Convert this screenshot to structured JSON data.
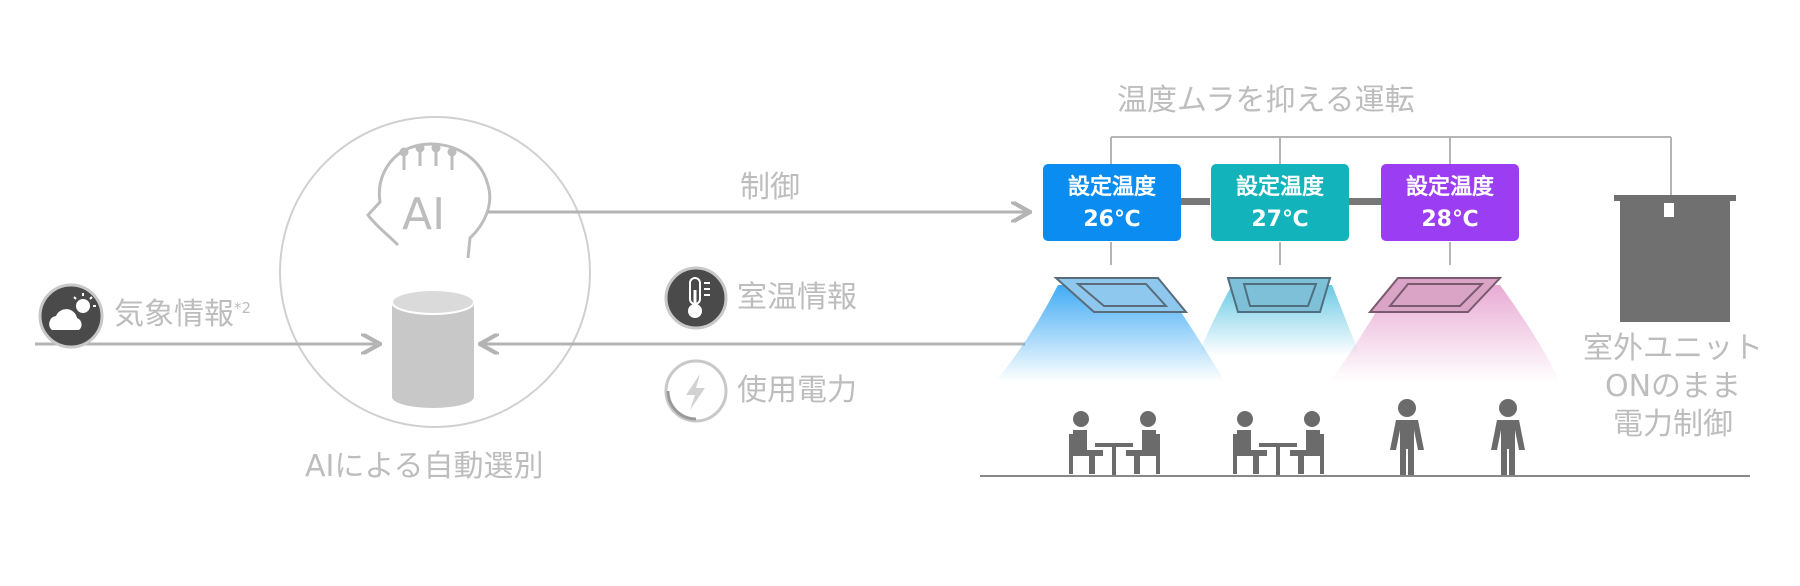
{
  "diagram": {
    "title": "温度ムラを抑える運転",
    "ai_label": "AI",
    "ai_caption": "AIによる自動選別",
    "control_label": "制御",
    "weather_label": "気象情報",
    "weather_note": "*2",
    "room_temp_label": "室温情報",
    "power_label": "使用電力",
    "zones": [
      {
        "title": "設定温度",
        "temp": "26℃",
        "color": "#0a8cf0",
        "flow_color": "#4fb3f6",
        "unit_color": "#8fc8ee"
      },
      {
        "title": "設定温度",
        "temp": "27℃",
        "color": "#12b3ba",
        "flow_color": "#5cc4e2",
        "unit_color": "#7fc0d9"
      },
      {
        "title": "設定温度",
        "temp": "28℃",
        "color": "#9b3df2",
        "flow_color": "#e6a2cf",
        "unit_color": "#d9a4c6"
      }
    ],
    "outdoor_unit_lines": [
      "室外ユニット",
      "ONのまま",
      "電力制御"
    ],
    "icons": [
      "weather-icon",
      "thermometer-icon",
      "lightning-icon",
      "ai-head-icon",
      "database-icon",
      "person-icon",
      "table-icon",
      "ceiling-ac-icon",
      "outdoor-unit-icon"
    ],
    "colors": {
      "line": "#b4b4b4",
      "text": "#bdbdbd",
      "icon_dark": "#5a5a5a",
      "person": "#6b6b6b",
      "db": "#c8c8c8"
    }
  }
}
